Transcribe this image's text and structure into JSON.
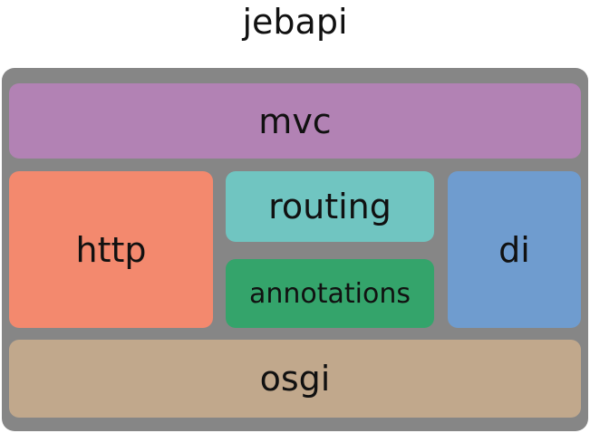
{
  "title": "jebapi",
  "colors": {
    "frame": "#868686",
    "mvc": "#b282b4",
    "http": "#f3896e",
    "routing": "#70c5c1",
    "annotations": "#34a46b",
    "di": "#6f9ccf",
    "osgi": "#c1a88c"
  },
  "blocks": {
    "mvc": "mvc",
    "http": "http",
    "routing": "routing",
    "annotations": "annotations",
    "di": "di",
    "osgi": "osgi"
  }
}
